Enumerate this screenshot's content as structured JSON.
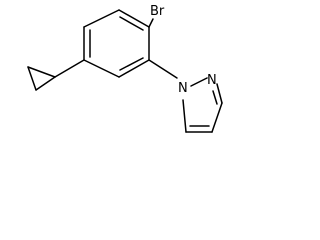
{
  "diagram": {
    "atoms": {
      "bromine": "Br",
      "pyrazole_n1": "N",
      "pyrazole_n2": "N"
    },
    "colors": {
      "bond": "#000000",
      "label": "#000000",
      "background": "#ffffff"
    }
  }
}
